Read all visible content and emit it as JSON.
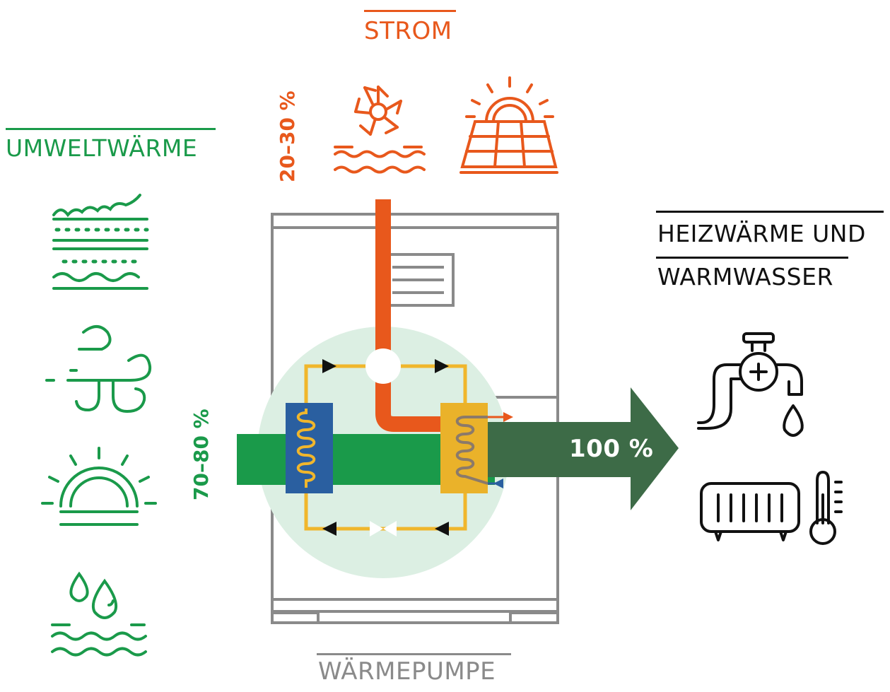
{
  "labels": {
    "strom": "STROM",
    "umweltwaerme": "UMWELTWÄRME",
    "heizwaerme_line1": "HEIZWÄRME UND",
    "heizwaerme_line2": "WARMWASSER",
    "waermepumpe": "WÄRMEPUMPE"
  },
  "percentages": {
    "strom": "20–30 %",
    "umwelt": "70–80 %",
    "total": "100 %"
  },
  "icons": {
    "strom": [
      "water-turbine-icon",
      "solar-panel-icon"
    ],
    "umwelt": [
      "ground-soil-icon",
      "wind-icon",
      "sun-icon",
      "water-drops-icon"
    ],
    "output": [
      "water-tap-icon",
      "radiator-icon",
      "thermometer-icon"
    ]
  },
  "colors": {
    "strom": "#e8581c",
    "umwelt": "#1a9a4a",
    "output_arrow": "#3d6b47",
    "circuit": "#f0b62c",
    "evaporator": "#2a5fa0",
    "condenser": "#eab22a",
    "housing": "#8a8a8a",
    "circle": "#dcefe3"
  }
}
